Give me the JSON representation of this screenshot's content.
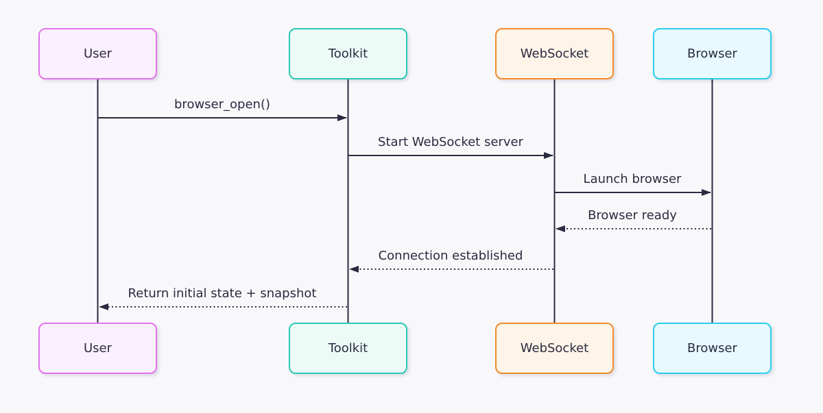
{
  "diagram": {
    "type": "sequence",
    "colors": {
      "background": "#F8F8FB",
      "line": "#2A2A40",
      "text": "#2A2A40"
    },
    "actors": [
      {
        "id": "user",
        "label": "User",
        "border": "#E373EC",
        "fill": "#FBF0FD"
      },
      {
        "id": "toolkit",
        "label": "Toolkit",
        "border": "#2BC7B5",
        "fill": "#EDFBF7"
      },
      {
        "id": "websocket",
        "label": "WebSocket",
        "border": "#F28A2D",
        "fill": "#FEF4E8"
      },
      {
        "id": "browser",
        "label": "Browser",
        "border": "#29CDEE",
        "fill": "#E8FAFE"
      }
    ],
    "messages": [
      {
        "from": "user",
        "to": "toolkit",
        "label": "browser_open()",
        "style": "solid"
      },
      {
        "from": "toolkit",
        "to": "websocket",
        "label": "Start WebSocket server",
        "style": "solid"
      },
      {
        "from": "websocket",
        "to": "browser",
        "label": "Launch browser",
        "style": "solid"
      },
      {
        "from": "browser",
        "to": "websocket",
        "label": "Browser ready",
        "style": "dotted"
      },
      {
        "from": "websocket",
        "to": "toolkit",
        "label": "Connection established",
        "style": "dotted"
      },
      {
        "from": "toolkit",
        "to": "user",
        "label": "Return initial state + snapshot",
        "style": "dotted"
      }
    ]
  }
}
